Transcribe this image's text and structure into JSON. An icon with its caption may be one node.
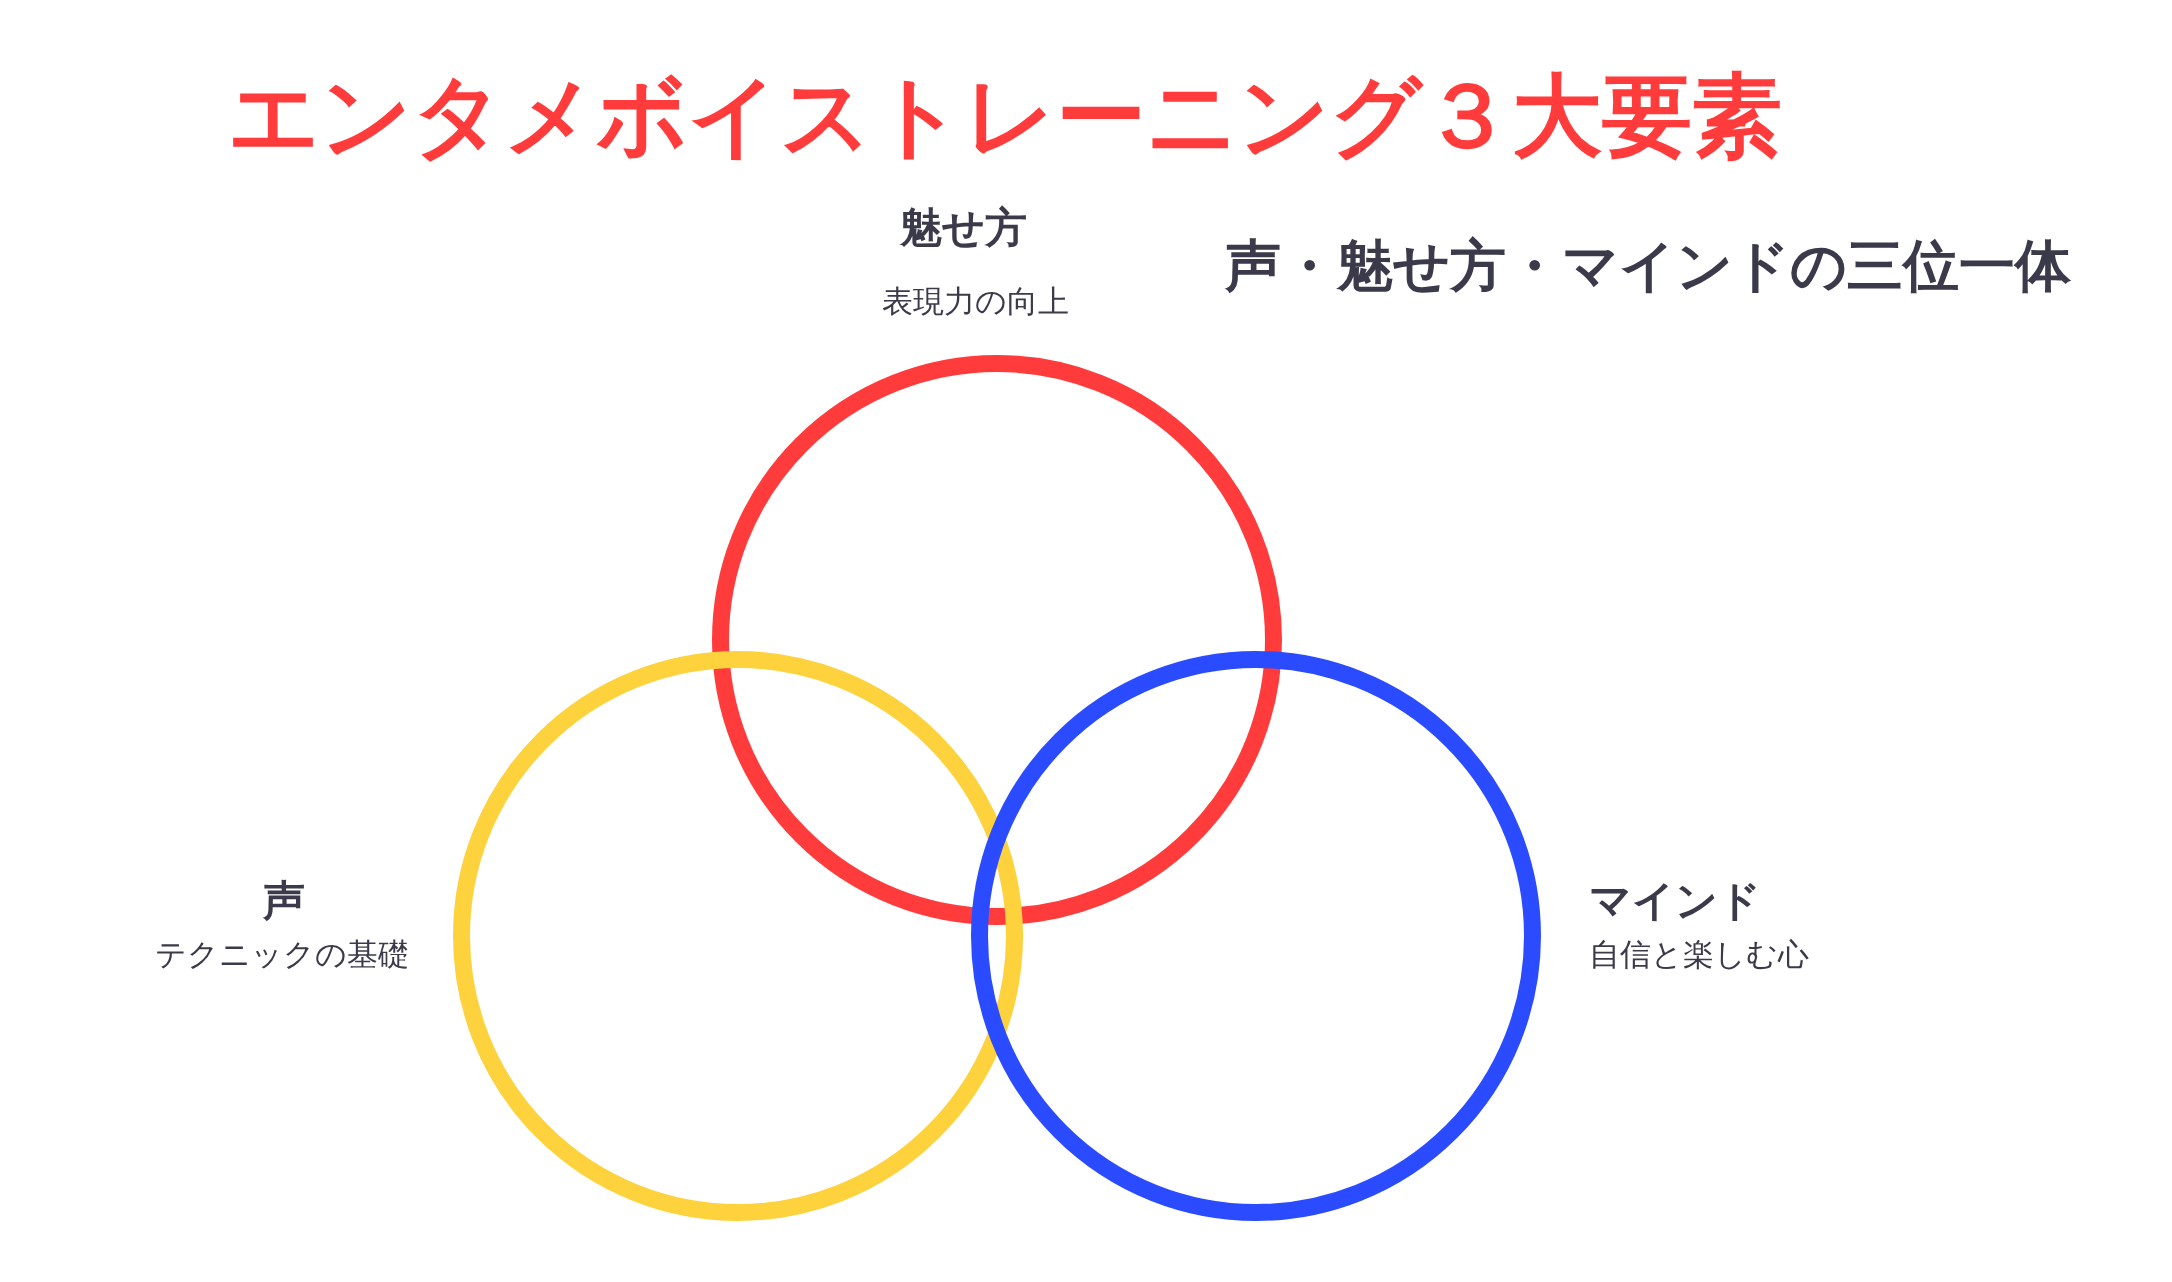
{
  "diagram": {
    "title": "エンタメボイストレーニング３大要素",
    "nodes": [
      {
        "text": [
          "魅せ方",
          "表現力の向上"
        ]
      },
      {
        "text": [
          "声",
          "テクニックの基礎"
        ]
      },
      {
        "text": [
          "マインド",
          "自信と楽しむ心"
        ]
      }
    ],
    "labels": [
      "声・魅せ方・マインドの三位一体"
    ]
  }
}
